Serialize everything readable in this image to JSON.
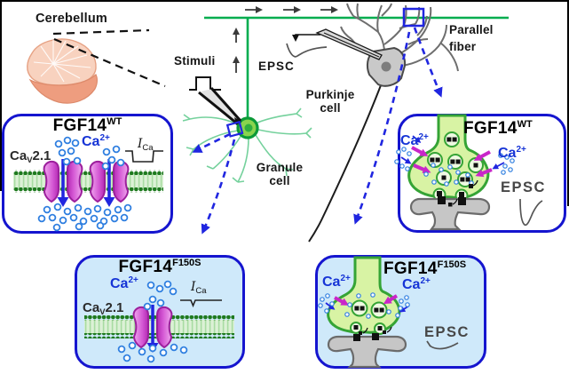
{
  "figure": {
    "labels": {
      "cerebellum": "Cerebellum",
      "stimuli": "Stimuli",
      "epsc": "EPSC",
      "purkinje_1": "Purkinje",
      "purkinje_2": "cell",
      "granule_1": "Granule",
      "granule_2": "cell",
      "parallel_1": "Parallel",
      "parallel_2": "fiber"
    },
    "panels": {
      "left_wt": {
        "title": "FGF14",
        "title_sup": "WT",
        "ca": "Ca",
        "ca_sup": "2+",
        "channel": "Ca",
        "channel_sub": "V",
        "channel_rest": "2.1",
        "current": "I",
        "current_sub": "Ca"
      },
      "mid_f150s": {
        "title": "FGF14",
        "title_sup": "F150S",
        "ca": "Ca",
        "ca_sup": "2+",
        "channel": "Ca",
        "channel_sub": "V",
        "channel_rest": "2.1",
        "current": "I",
        "current_sub": "Ca"
      },
      "right_wt": {
        "title": "FGF14",
        "title_sup": "WT",
        "ca_left": "Ca",
        "ca_left_sup": "2+",
        "ca_right": "Ca",
        "ca_right_sup": "2+",
        "epsc": "EPSC"
      },
      "bottom_f150s": {
        "title": "FGF14",
        "title_sup": "F150S",
        "ca_left": "Ca",
        "ca_left_sup": "2+",
        "ca_right": "Ca",
        "ca_right_sup": "2+",
        "epsc": "EPSC"
      }
    },
    "colors": {
      "panel_border": "#1515cf",
      "panel_bg_blue": "#cfe9fa",
      "fiber_green": "#00ad4f",
      "ca_text_blue": "#1634d6",
      "magenta": "#c926c9",
      "ion_blue": "#2f7fe0",
      "arrow_blue": "#2026e0"
    }
  }
}
